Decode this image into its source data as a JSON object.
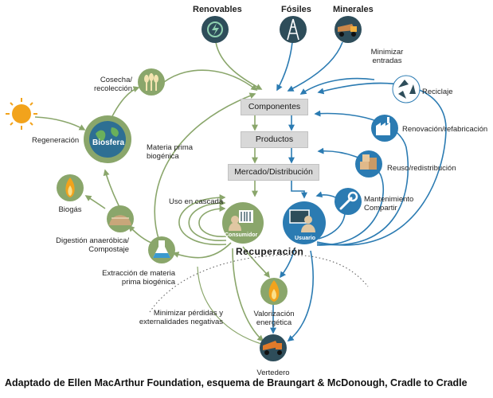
{
  "sources": {
    "renewables": "Renovables",
    "fossils": "Fósiles",
    "minerals": "Minerales"
  },
  "chain": {
    "components": "Componentes",
    "products": "Productos",
    "market": "Mercado/Distribución"
  },
  "nodes": {
    "biosphere": "Biosfera",
    "consumer": "Consumidor",
    "user": "Usuario"
  },
  "labels": {
    "harvest": "Cosecha/\nrecolección",
    "regeneration": "Regeneración",
    "biogenic_raw": "Materia prima\nbiogénica",
    "biogas": "Biogás",
    "cascade": "Uso en cascada",
    "digestion": "Digestión anaeróbica/\nCompostaje",
    "extraction": "Extracción de materia\nprima biogénica",
    "minimize_losses": "Minimizar pérdidas y\nexternalidades negativas",
    "energy_recovery": "Valorización\nenergética",
    "landfill": "Vertedero",
    "minimize_inputs": "Minimizar\nentradas",
    "recycling": "Reciclaje",
    "renewal": "Renovación/refabricación",
    "reuse": "Reuso/redistribución",
    "maintenance": "Mantenimiento\nCompartir",
    "recovery": "Recuperación"
  },
  "caption": "Adaptado de Ellen MacArthur Foundation, esquema de Braungart & McDonough, Cradle to Cradle",
  "colors": {
    "bio_green": "#8aa66b",
    "tech_blue": "#2b7bb2",
    "dark_teal": "#2e4d5a",
    "earth_tan": "#b89a73",
    "sun_orange": "#f2a31c",
    "box_gray": "#d8d8d8"
  },
  "icons": {
    "renewables": "energy-bolt-icon",
    "fossils": "oil-derrick-icon",
    "minerals": "mining-truck-icon",
    "harvest": "wheat-icon",
    "sun": "sun-icon",
    "biogas": "flame-icon",
    "digestion": "compost-heap-icon",
    "extraction": "flask-icon",
    "recycling": "recycle-icon",
    "renewal": "factory-icon",
    "reuse": "boxes-icon",
    "maintenance": "wrench-icon",
    "energy_recovery": "flame-icon",
    "landfill": "dump-truck-icon"
  }
}
